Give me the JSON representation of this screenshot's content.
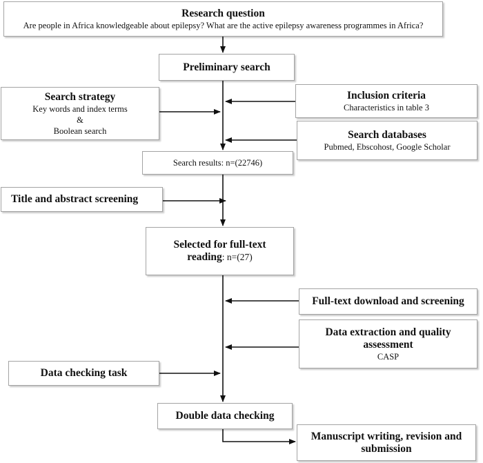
{
  "flow": {
    "research_question": {
      "title": "Research question",
      "text": "Are people in Africa knowledgeable about epilepsy? What are the active epilepsy awareness programmes in Africa?"
    },
    "preliminary_search": {
      "title": "Preliminary search"
    },
    "search_strategy": {
      "title": "Search strategy",
      "line1": "Key words and index terms",
      "line2": "&",
      "line3": "Boolean search"
    },
    "inclusion_criteria": {
      "title": "Inclusion criteria",
      "text": "Characteristics in table 3"
    },
    "search_databases": {
      "title": "Search databases",
      "text": "Pubmed, Ebscohost, Google Scholar"
    },
    "search_results": {
      "text": "Search results: n=(22746)"
    },
    "title_abstract_screening": {
      "title": "Title and abstract screening"
    },
    "selected_fulltext": {
      "title_line1": "Selected for full-text",
      "title_line2": "reading",
      "count": ": n=(27)"
    },
    "fulltext_download": {
      "title": "Full-text download and screening"
    },
    "data_extraction": {
      "title_line1": "Data extraction and quality",
      "title_line2": "assessment",
      "text": "CASP"
    },
    "data_checking_task": {
      "title": "Data checking task"
    },
    "double_data_checking": {
      "title": "Double data checking"
    },
    "manuscript": {
      "title_line1": "Manuscript writing, revision and",
      "title_line2": "submission"
    }
  },
  "colors": {
    "box_border": "#a3a3a3",
    "arrow": "#111111",
    "text": "#111111"
  }
}
